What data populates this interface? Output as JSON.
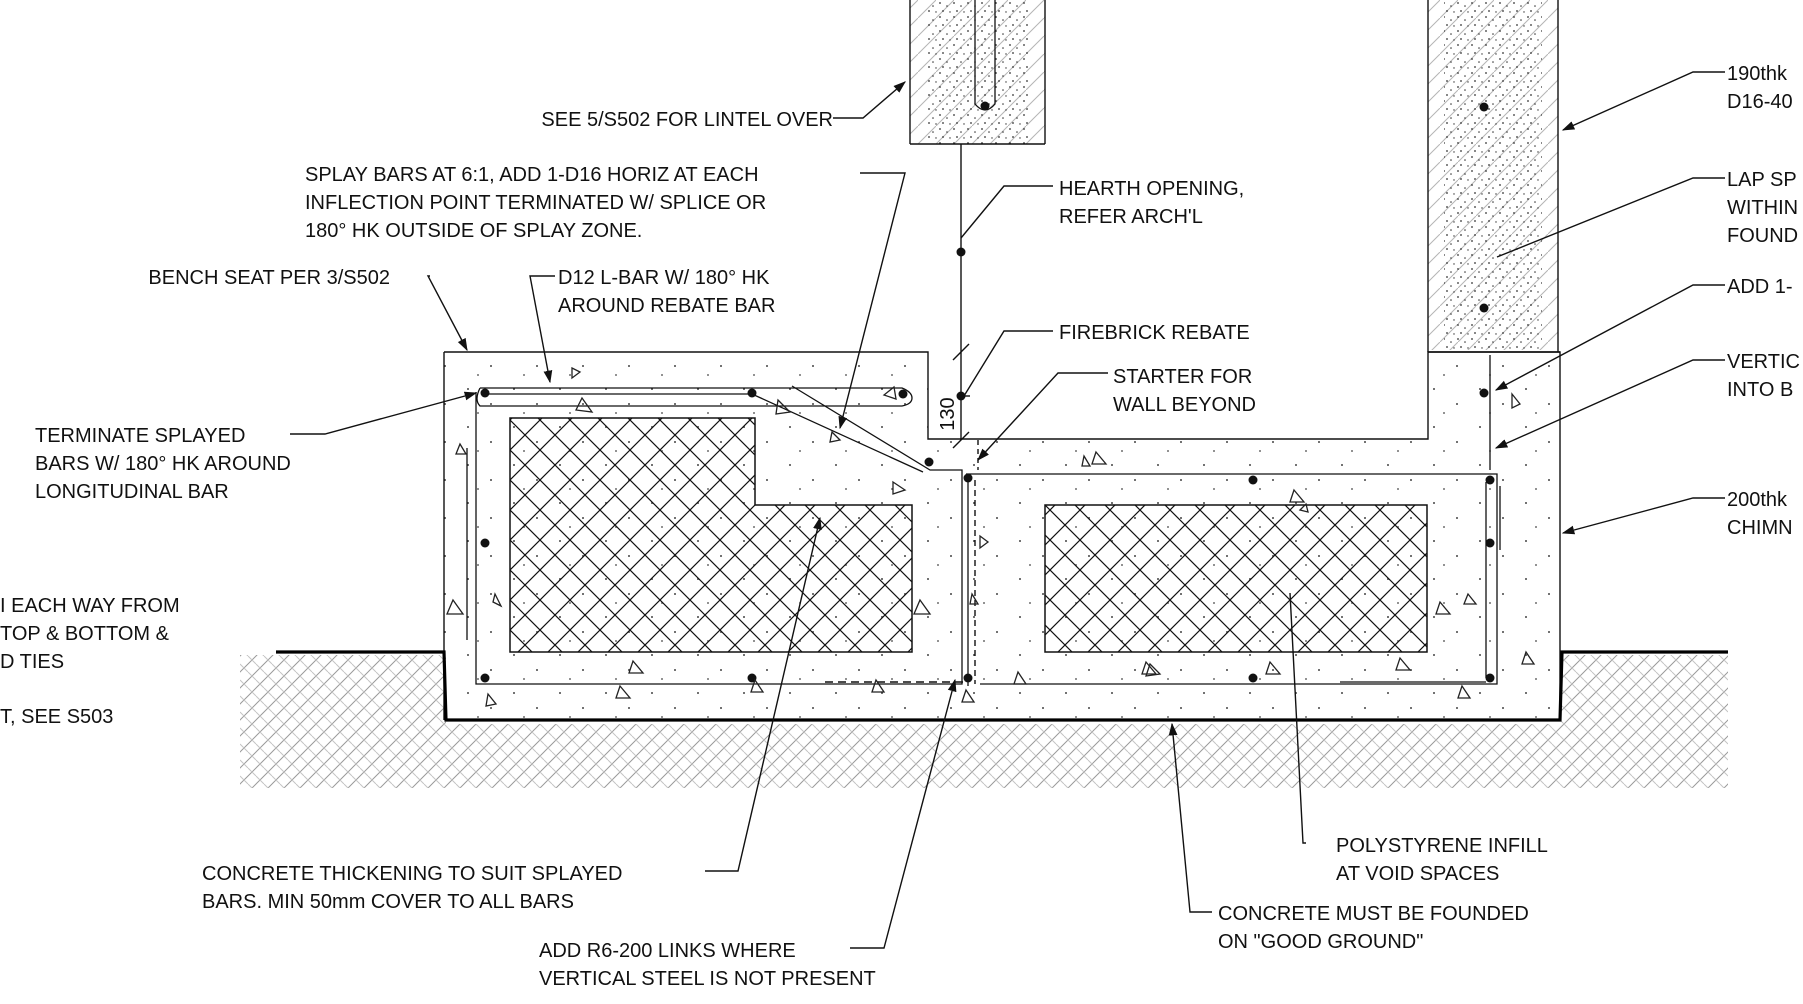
{
  "drawing": {
    "title": "",
    "notes": {
      "lintel": "SEE 5/S502 FOR LINTEL OVER",
      "splay_1": "SPLAY BARS AT 6:1, ADD 1-D16 HORIZ AT EACH",
      "splay_2": "INFLECTION POINT TERMINATED W/ SPLICE OR",
      "splay_3": "180° HK OUTSIDE OF SPLAY ZONE.",
      "hearth_1": "HEARTH OPENING,",
      "hearth_2": "REFER ARCH'L",
      "bench": "BENCH SEAT PER 3/S502",
      "lbar_1": "D12 L-BAR W/ 180° HK",
      "lbar_2": "AROUND REBATE BAR",
      "firebrick": "FIREBRICK REBATE",
      "starter_1": "STARTER FOR",
      "starter_2": "WALL BEYOND",
      "terminate_1": "TERMINATE SPLAYED",
      "terminate_2": "BARS W/ 180° HK AROUND",
      "terminate_3": "LONGITUDINAL BAR",
      "each_way_1": "I EACH WAY FROM",
      "each_way_2": "TOP & BOTTOM &",
      "each_way_3": "D TIES",
      "see_s503": "T, SEE S503",
      "thickening_1": "CONCRETE THICKENING TO SUIT SPLAYED",
      "thickening_2": "BARS. MIN 50mm COVER TO ALL BARS",
      "links_1": "ADD R6-200 LINKS WHERE",
      "links_2": "VERTICAL STEEL IS NOT PRESENT",
      "poly_1": "POLYSTYRENE INFILL",
      "poly_2": "AT VOID SPACES",
      "founded_1": "CONCRETE MUST BE FOUNDED",
      "founded_2": "ON \"GOOD GROUND\"",
      "r190_1": "190thk",
      "r190_2": "D16-40",
      "lap_1": "LAP SP",
      "lap_2": "WITHIN",
      "lap_3": "FOUND",
      "add1": "ADD 1-",
      "vert_1": "VERTIC",
      "vert_2": "INTO B",
      "r200_1": "200thk",
      "r200_2": "CHIMN"
    },
    "dimension": "130"
  }
}
